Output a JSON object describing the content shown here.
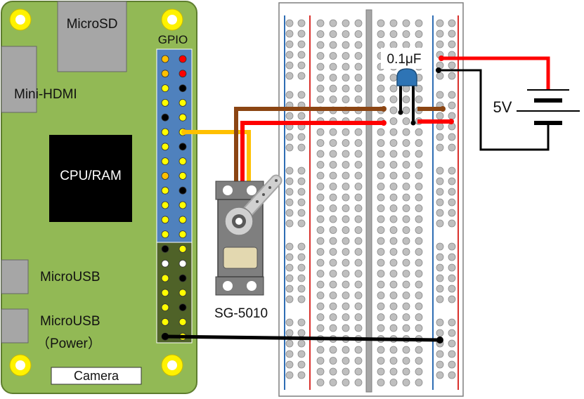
{
  "board": {
    "microsd_label": "MicroSD",
    "gpio_label": "GPIO",
    "hdmi_label": "Mini-HDMI",
    "cpu_label": "CPU/RAM",
    "microusb_label": "MicroUSB",
    "microusb_power_label": "MicroUSB",
    "power_label": "（Power）",
    "camera_label": "Camera"
  },
  "servo": {
    "model_label": "SG-5010"
  },
  "capacitor": {
    "value_label": "0.1μF"
  },
  "battery": {
    "voltage_label": "5V"
  },
  "colors": {
    "board_green": "#92b955",
    "board_edge": "#5e7d2e",
    "gpio_blue": "#4f81bd",
    "gpio_dark": "#4f6228",
    "wire_red": "#ff0000",
    "wire_brown": "#8b4513",
    "wire_yellow": "#ffc000",
    "wire_black": "#000000",
    "cap_blue": "#2e74b5",
    "rail_red": "#d9302c",
    "rail_blue": "#2e6db4"
  }
}
